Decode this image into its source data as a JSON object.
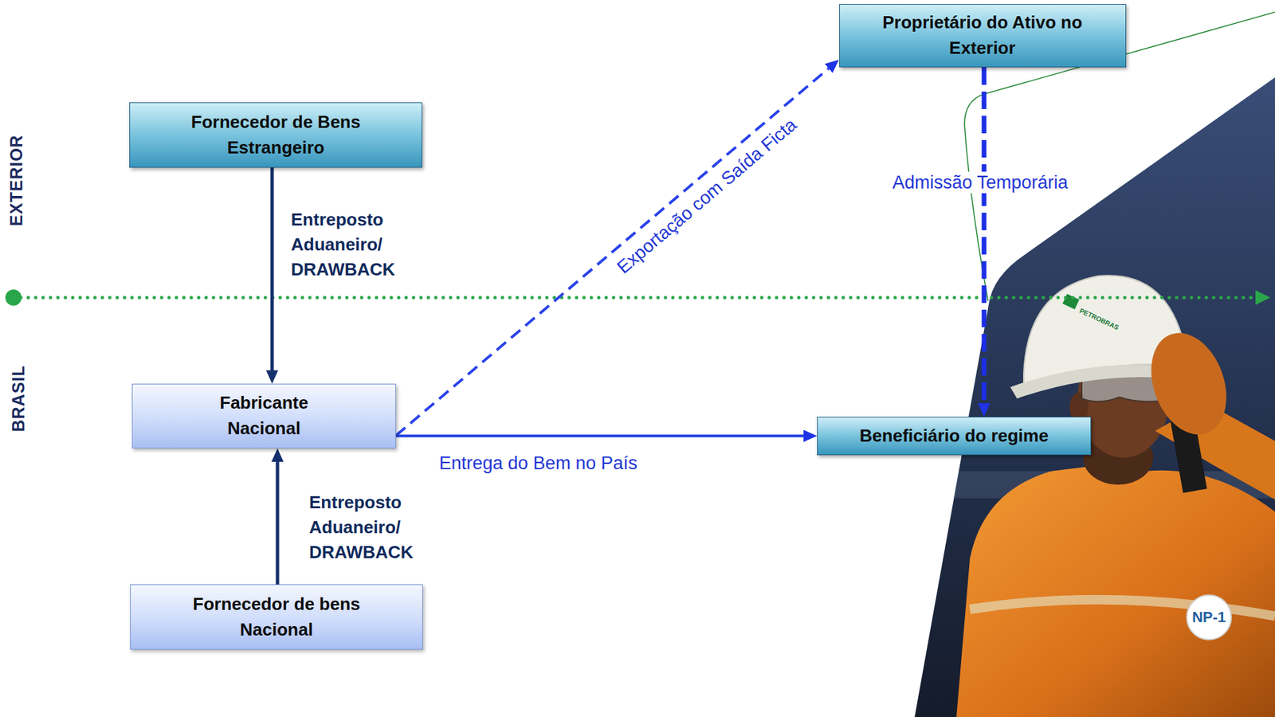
{
  "diagram": {
    "nodes": [
      {
        "text": [
          "Proprietário do Ativo no Exterior"
        ]
      },
      {
        "text": [
          "Fornecedor de Bens Estrangeiro"
        ]
      },
      {
        "text": [
          "Fabricante Nacional"
        ]
      },
      {
        "text": [
          "Beneficiário do regime"
        ]
      },
      {
        "text": [
          "Fornecedor de bens Nacional"
        ]
      }
    ],
    "edges": [
      {
        "from": 1,
        "to": 2,
        "arrow": "to",
        "label": "Entreposto Aduaneiro/ DRAWBACK"
      },
      {
        "from": 4,
        "to": 2,
        "arrow": "to",
        "label": "Entreposto Aduaneiro/ DRAWBACK"
      },
      {
        "from": 2,
        "to": 0,
        "arrow": "to",
        "label": "Exportação com Saída Ficta"
      },
      {
        "from": 2,
        "to": 3,
        "arrow": "to",
        "label": "Entrega do Bem no País"
      },
      {
        "from": 0,
        "to": 3,
        "arrow": "to",
        "label": "Admissão Temporária"
      }
    ],
    "labels": [
      "EXTERIOR",
      "BRASIL",
      "NP-1",
      "PETROBRAS"
    ]
  }
}
